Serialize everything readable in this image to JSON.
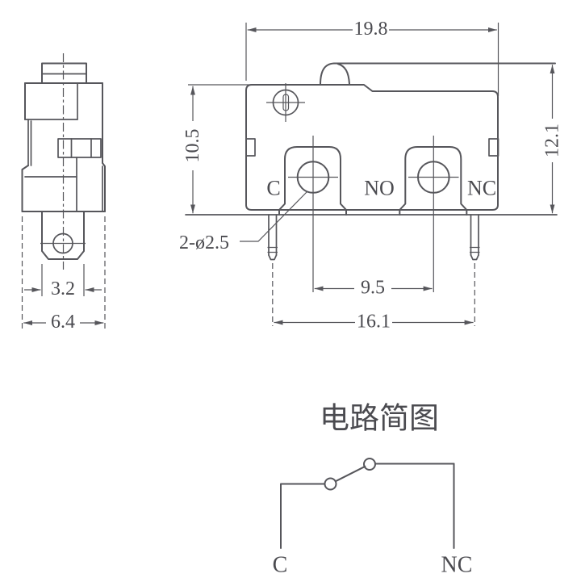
{
  "drawing": {
    "colors": {
      "line": "#56565b",
      "text": "#4b4b50",
      "background": "#ffffff"
    },
    "front_view": {
      "dim_width": "19.8",
      "dim_body_height": "10.5",
      "dim_total_height": "12.1",
      "dim_hole_spacing": "9.5",
      "dim_pin_spacing": "16.1",
      "hole_callout": "2-ø2.5",
      "labels": {
        "c": "C",
        "no": "NO",
        "nc": "NC"
      }
    },
    "side_view": {
      "dim_pin_width": "3.2",
      "dim_body_width": "6.4"
    },
    "circuit": {
      "title": "电路简图",
      "labels": {
        "c": "C",
        "nc": "NC"
      }
    }
  }
}
